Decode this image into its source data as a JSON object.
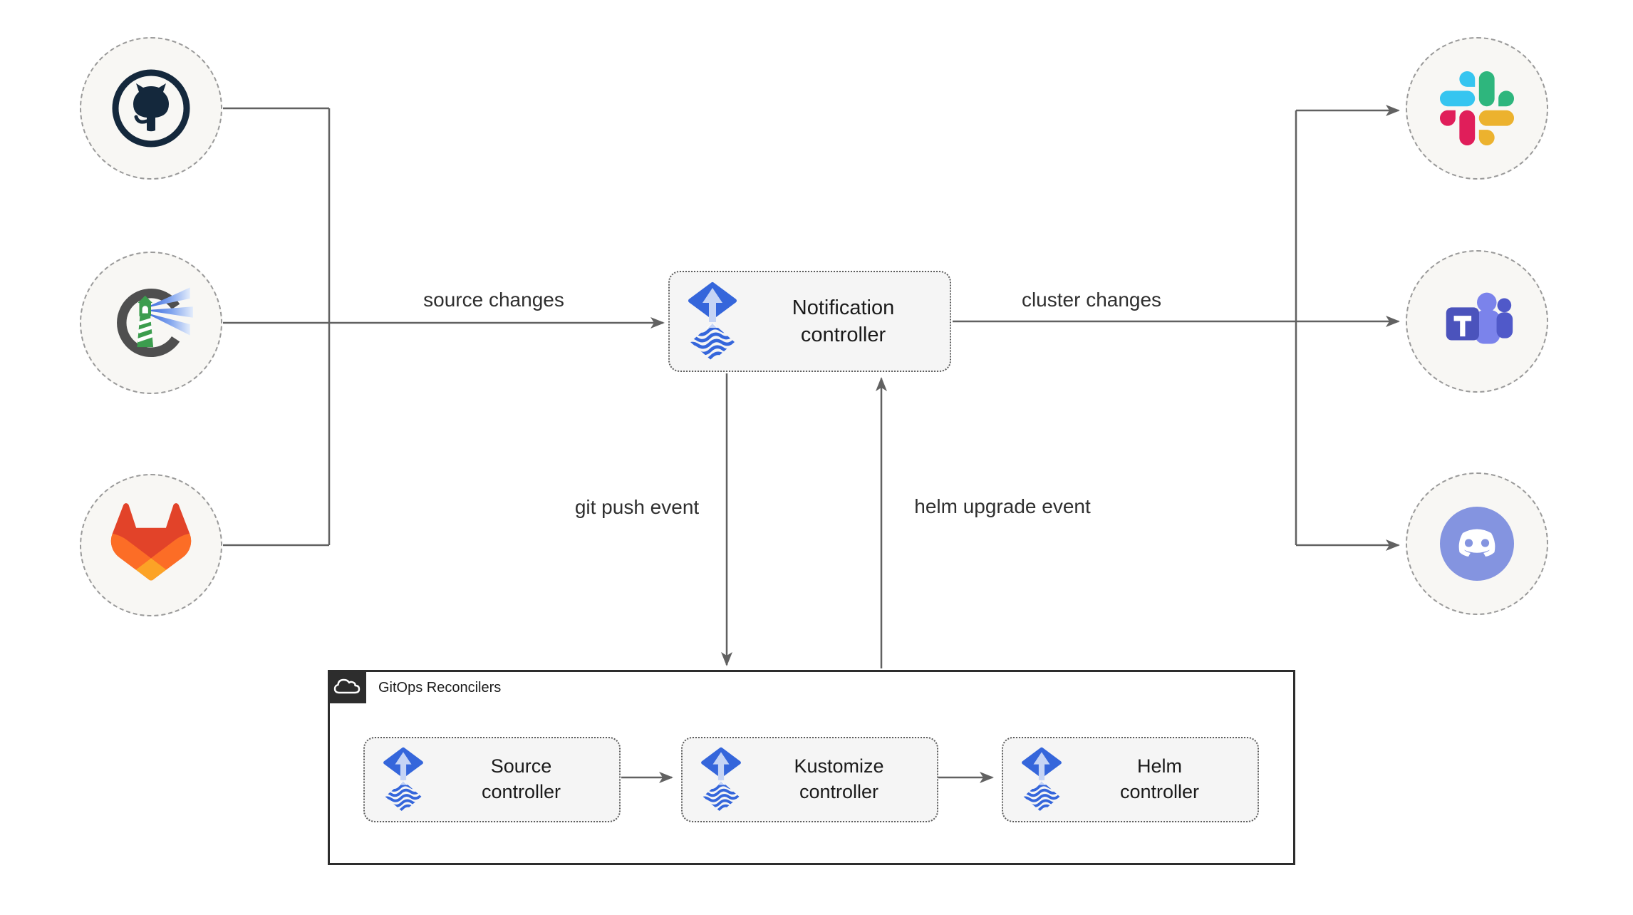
{
  "diagram": {
    "type": "flowchart",
    "background_color": "#ffffff",
    "connector_color": "#616161",
    "node_fill": "#f5f5f5",
    "circle_fill": "#f8f7f4",
    "accent_flux_blue": "#3566DB",
    "sources": [
      {
        "icon": "github-icon"
      },
      {
        "icon": "harbor-icon"
      },
      {
        "icon": "gitlab-icon"
      }
    ],
    "targets": [
      {
        "icon": "slack-icon"
      },
      {
        "icon": "microsoft-teams-icon"
      },
      {
        "icon": "discord-icon"
      }
    ],
    "notification_controller": {
      "label": "Notification controller",
      "icon": "flux-icon"
    },
    "edge_labels": {
      "source_changes": "source changes",
      "cluster_changes": "cluster changes",
      "git_push_event": "git push event",
      "helm_upgrade_event": "helm upgrade event"
    },
    "reconcilers_group": {
      "title": "GitOps Reconcilers",
      "icon": "cloud-icon",
      "items": [
        {
          "label": "Source controller",
          "icon": "flux-icon"
        },
        {
          "label": "Kustomize controller",
          "icon": "flux-icon"
        },
        {
          "label": "Helm controller",
          "icon": "flux-icon"
        }
      ]
    }
  }
}
